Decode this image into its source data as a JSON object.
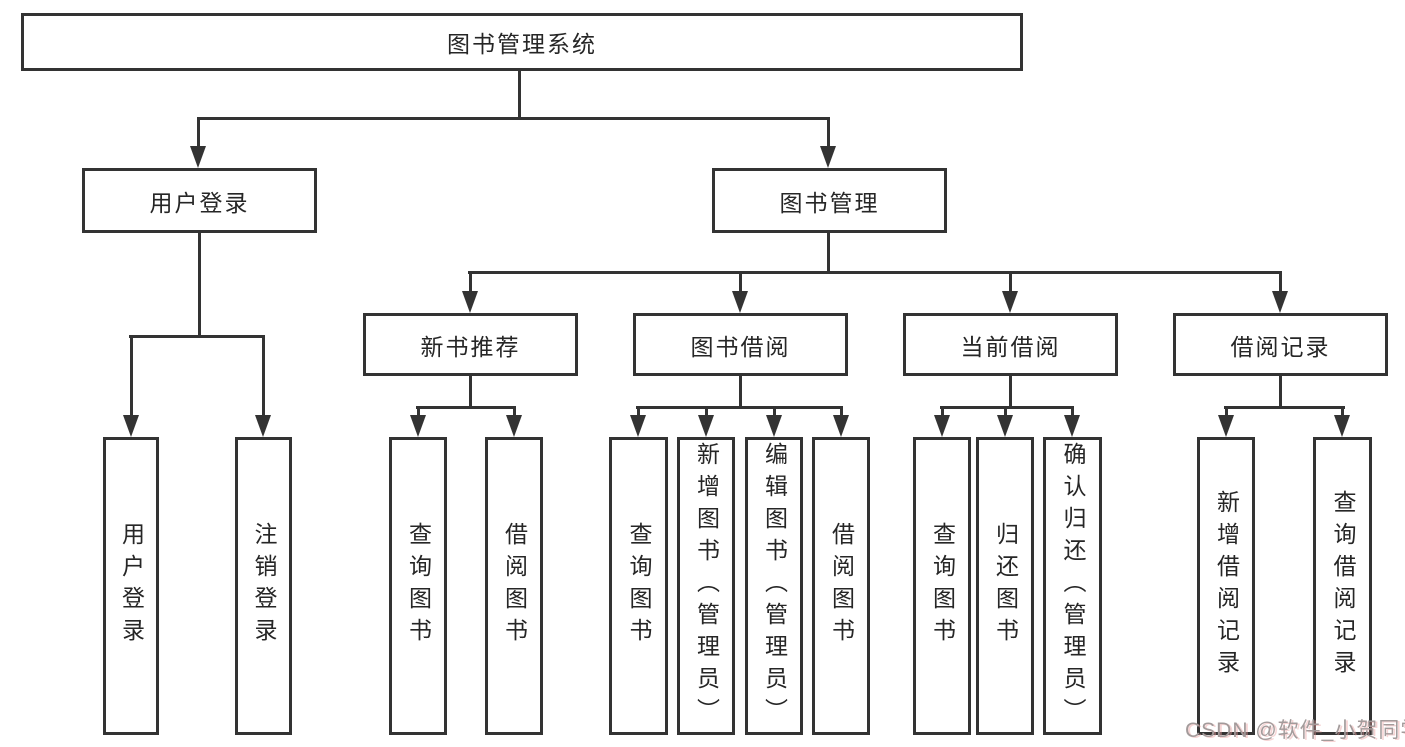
{
  "nodes": {
    "root": "图书管理系统",
    "user_login": "用户登录",
    "book_mgmt": "图书管理",
    "new_books": "新书推荐",
    "book_borrow": "图书借阅",
    "current_borrow": "当前借阅",
    "borrow_records": "借阅记录",
    "leaf_user_login": "用户登录",
    "leaf_logout": "注销登录",
    "leaf_nb_query": "查询图书",
    "leaf_nb_borrow": "借阅图书",
    "leaf_bb_query": "查询图书",
    "leaf_bb_add": "新增图书（管理员）",
    "leaf_bb_edit": "编辑图书（管理员）",
    "leaf_bb_borrow": "借阅图书",
    "leaf_cb_query": "查询图书",
    "leaf_cb_return": "归还图书",
    "leaf_cb_confirm": "确认归还（管理员）",
    "leaf_br_add": "新增借阅记录",
    "leaf_br_query": "查询借阅记录"
  },
  "watermark": "CSDN @软件_小贺同学",
  "colors": {
    "line": "#333333",
    "text": "#262626",
    "background": "#ffffff",
    "watermark": "#a39b9b"
  }
}
